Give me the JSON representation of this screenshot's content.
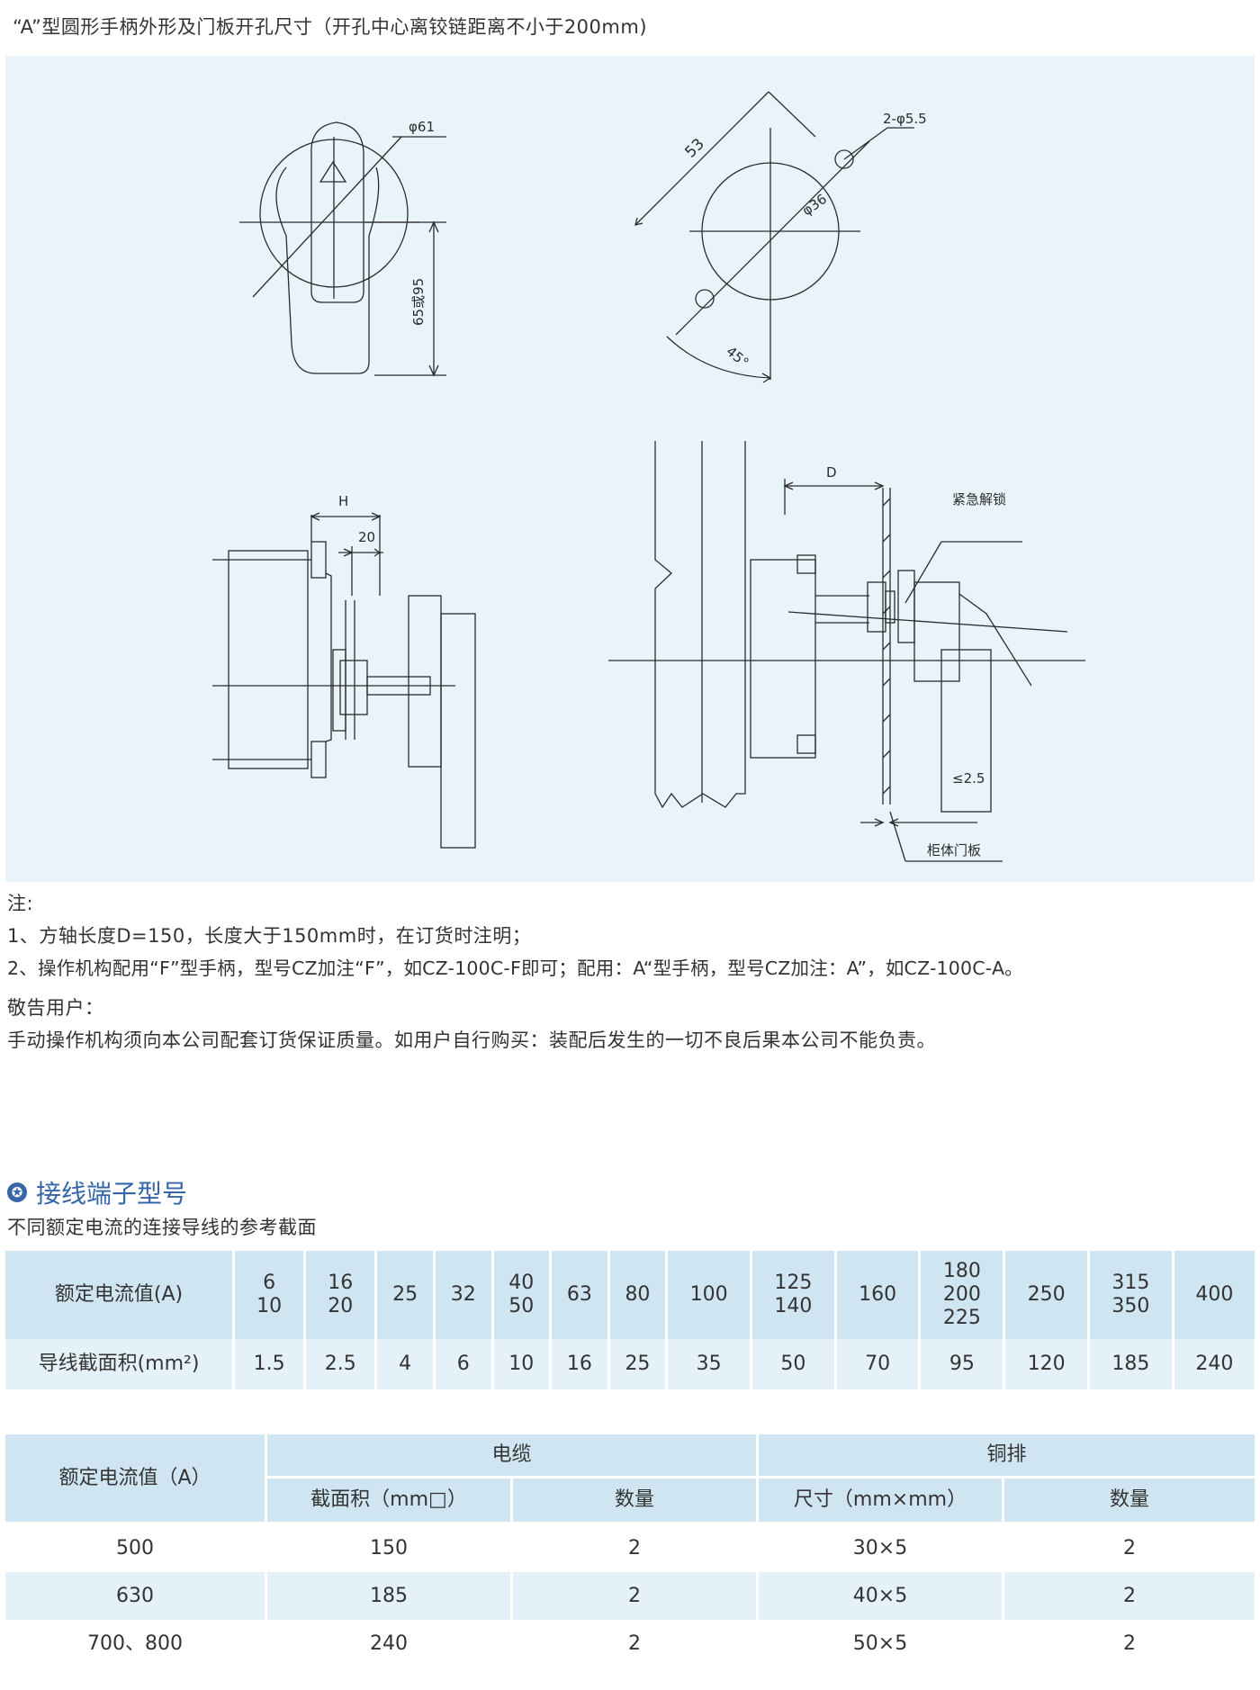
{
  "title": "“A”型圆形手柄外形及门板开孔尺寸（开孔中心离铰链距离不小于200mm)",
  "drawing": {
    "labels": {
      "phi61": "φ61",
      "h65_95": "65或95",
      "d53": "53",
      "holes": "2-φ5.5",
      "phi36": "φ36",
      "angle45": "45°",
      "H": "H",
      "d20": "20",
      "D": "D",
      "emergency": "紧急解锁",
      "le25": "≤2.5",
      "door": "柜体门板"
    },
    "colors": {
      "line": "#2b2b2b",
      "background": "#e9f4fa"
    }
  },
  "notes": {
    "heading": "注:",
    "line1": "1、方轴长度D=150，长度大于150mm时，在订货时注明；",
    "line2": "2、操作机构配用“F”型手柄，型号CZ加注“F”，如CZ-100C-F即可；配用：A“型手柄，型号CZ加注：A”，如CZ-100C-A。",
    "warning_heading": "敬告用户：",
    "warning": "手动操作机构须向本公司配套订货保证质量。如用户自行购买：装配后发生的一切不良后果本公司不能负责。"
  },
  "section": {
    "icon": "star-icon",
    "title": "接线端子型号",
    "subtitle": "不同额定电流的连接导线的参考截面"
  },
  "table1": {
    "row1_label": "额定电流值(A)",
    "row2_label": "导线截面积(mm²)",
    "current": [
      "6\n10",
      "16\n20",
      "25",
      "32",
      "40\n50",
      "63",
      "80",
      "100",
      "125\n140",
      "160",
      "180\n200\n225",
      "250",
      "315\n350",
      "400"
    ],
    "area": [
      "1.5",
      "2.5",
      "4",
      "6",
      "10",
      "16",
      "25",
      "35",
      "50",
      "70",
      "95",
      "120",
      "185",
      "240"
    ]
  },
  "table2": {
    "col_rated": "额定电流值（A）",
    "group_cable": "电缆",
    "group_busbar": "铜排",
    "col_cable_area": "截面积（mm□）",
    "col_cable_qty": "数量",
    "col_bus_size": "尺寸（mm×mm）",
    "col_bus_qty": "数量",
    "rows": [
      {
        "rated": "500",
        "cable_area": "150",
        "cable_qty": "2",
        "bus_size": "30×5",
        "bus_qty": "2"
      },
      {
        "rated": "630",
        "cable_area": "185",
        "cable_qty": "2",
        "bus_size": "40×5",
        "bus_qty": "2"
      },
      {
        "rated": "700、800",
        "cable_area": "240",
        "cable_qty": "2",
        "bus_size": "50×5",
        "bus_qty": "2"
      }
    ]
  }
}
